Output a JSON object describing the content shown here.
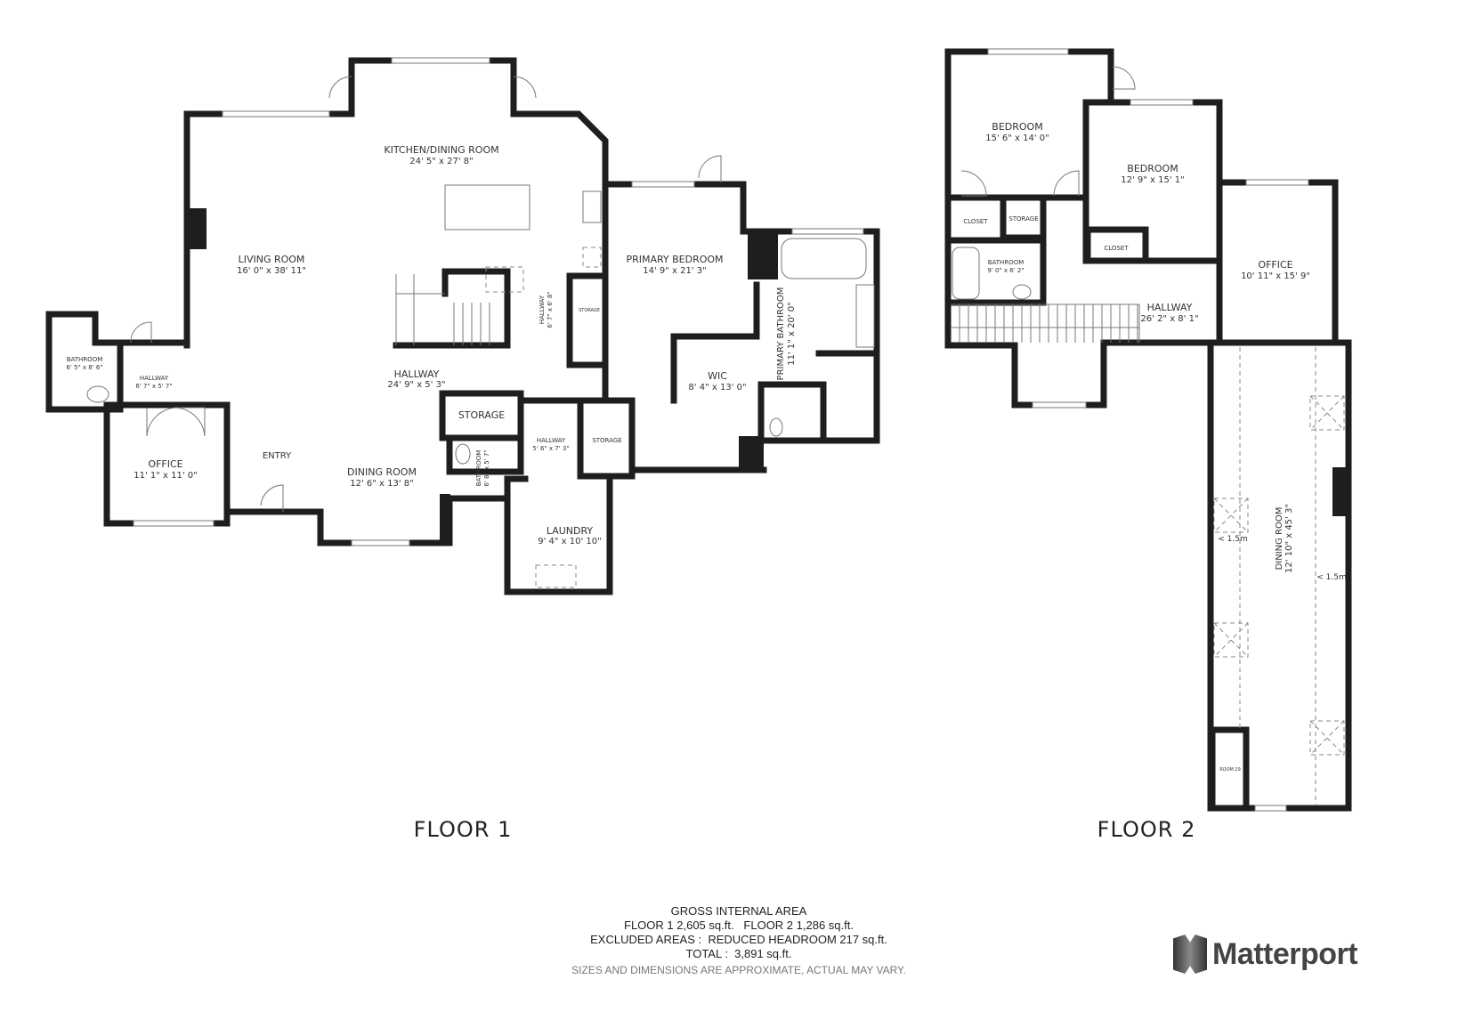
{
  "floor1": {
    "label": "FLOOR 1",
    "rooms": [
      {
        "name": "KITCHEN/DINING ROOM",
        "dims": "24' 5\" x 27' 8\""
      },
      {
        "name": "LIVING ROOM",
        "dims": "16' 0\" x 38' 11\""
      },
      {
        "name": "BATHROOM",
        "dims": "6' 5\" x 8' 6\""
      },
      {
        "name": "HALLWAY",
        "dims": "6' 7\" x 5' 7\""
      },
      {
        "name": "HALLWAY",
        "dims": "24' 9\" x 5' 3\""
      },
      {
        "name": "OFFICE",
        "dims": "11' 1\" x 11' 0\""
      },
      {
        "name": "ENTRY",
        "dims": ""
      },
      {
        "name": "DINING ROOM",
        "dims": "12' 6\" x 13' 8\""
      },
      {
        "name": "STORAGE",
        "dims": ""
      },
      {
        "name": "BATHROOM",
        "dims": "6' 8\" x 5' 7\""
      },
      {
        "name": "HALLWAY",
        "dims": "5' 6\" x 7' 3\""
      },
      {
        "name": "STORAGE",
        "dims": ""
      },
      {
        "name": "LAUNDRY",
        "dims": "9' 4\" x 10' 10\""
      },
      {
        "name": "HALLWAY",
        "dims": "6' 7\" x 6' 8\""
      },
      {
        "name": "STORAGE",
        "dims": ""
      },
      {
        "name": "PRIMARY BEDROOM",
        "dims": "14' 9\" x 21' 3\""
      },
      {
        "name": "PRIMARY BATHROOM",
        "dims": "11' 1\" x 20' 0\""
      },
      {
        "name": "WIC",
        "dims": "8' 4\" x 13' 0\""
      }
    ]
  },
  "floor2": {
    "label": "FLOOR 2",
    "rooms": [
      {
        "name": "BEDROOM",
        "dims": "15' 6\" x 14' 0\""
      },
      {
        "name": "BEDROOM",
        "dims": "12' 9\" x 15' 1\""
      },
      {
        "name": "CLOSET",
        "dims": ""
      },
      {
        "name": "STORAGE",
        "dims": ""
      },
      {
        "name": "CLOSET",
        "dims": ""
      },
      {
        "name": "BATHROOM",
        "dims": "9' 0\" x 6' 2\""
      },
      {
        "name": "HALLWAY",
        "dims": "26' 2\" x 8' 1\""
      },
      {
        "name": "OFFICE",
        "dims": "10' 11\" x 15' 9\""
      },
      {
        "name": "DINING ROOM",
        "dims": "12' 10\" x 45' 3\""
      },
      {
        "name": "ROOM 29",
        "dims": ""
      }
    ],
    "headroom_markers": [
      "< 1.5m",
      "< 1.5m"
    ]
  },
  "summary": {
    "title": "GROSS INTERNAL AREA",
    "floors": "FLOOR 1 2,605 sq.ft.   FLOOR 2 1,286 sq.ft.",
    "excluded": "EXCLUDED AREAS :  REDUCED HEADROOM 217 sq.ft.",
    "total": "TOTAL :  3,891 sq.ft.",
    "disclaimer": "SIZES AND DIMENSIONS ARE APPROXIMATE, ACTUAL MAY VARY."
  },
  "brand": {
    "name": "Matterport"
  }
}
